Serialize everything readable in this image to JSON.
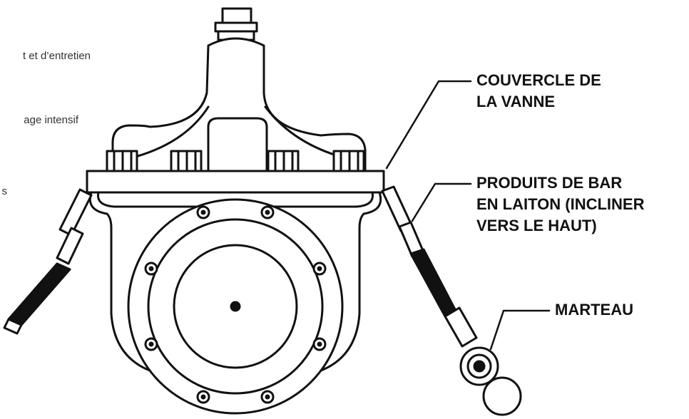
{
  "clipped_text": {
    "line1": "t et d’entretien",
    "line2": "age intensif",
    "line3": "s"
  },
  "callouts": {
    "cover": {
      "line1": "COUVERCLE DE",
      "line2": "LA VANNE"
    },
    "bar": {
      "line1": "PRODUITS DE BAR",
      "line2": "EN LAITON (INCLINER",
      "line3": "VERS LE HAUT)"
    },
    "hammer": {
      "line1": "MARTEAU"
    }
  },
  "colors": {
    "line": "#111111",
    "background": "#ffffff"
  }
}
